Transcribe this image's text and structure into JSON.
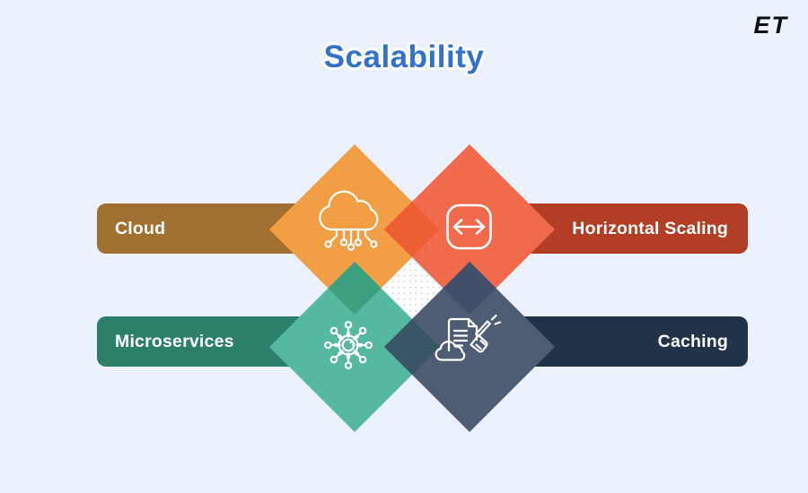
{
  "page": {
    "background_color": "#ebf2fb",
    "title": "Scalability",
    "title_color": "#3372c8",
    "logo_text": "ET",
    "logo_color": "#0d0d12"
  },
  "items": [
    {
      "label": "Cloud",
      "bar_color": "#a16f30",
      "diamond_color": "#f19e44",
      "icon": "cloud-computing-icon"
    },
    {
      "label": "Horizontal Scaling",
      "bar_color": "#b23f25",
      "diamond_color": "#f26a4c",
      "icon": "horizontal-resize-icon"
    },
    {
      "label": "Microservices",
      "bar_color": "#2c8069",
      "diamond_color": "#55b99f",
      "icon": "gear-network-icon"
    },
    {
      "label": "Caching",
      "bar_color": "#213349",
      "diamond_color": "#4e5d73",
      "icon": "clean-document-icon"
    }
  ],
  "overlap_colors": {
    "orange_red": "#ee5e33",
    "orange_teal": "#3aa07f",
    "red_slate": "#434f68",
    "teal_slate": "#3a5666"
  },
  "center_diamond_color": "#ffffff"
}
